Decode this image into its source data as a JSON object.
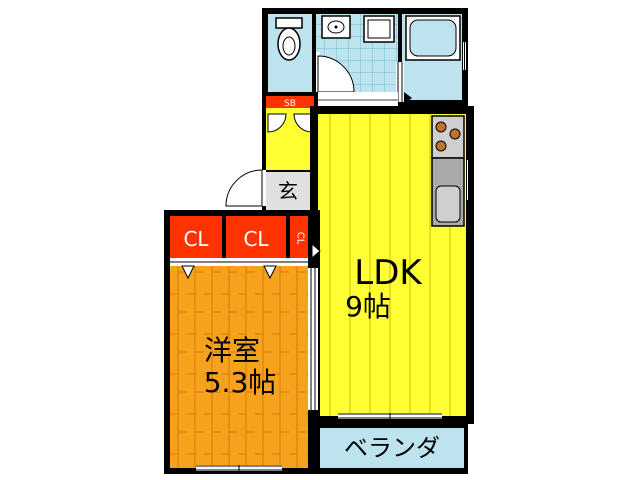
{
  "rooms": {
    "ldk": {
      "name": "LDK",
      "size": "9帖"
    },
    "western": {
      "name": "洋室",
      "size": "5.3帖"
    },
    "balcony": {
      "name": "ベランダ"
    },
    "entrance": {
      "name": "玄"
    },
    "closet_1": {
      "name": "CL"
    },
    "closet_2": {
      "name": "CL"
    },
    "closet_small": {
      "name": "CL"
    },
    "shoe_rack": {
      "name": "SB"
    }
  },
  "colors": {
    "wall": "#000000",
    "ldk_floor": "#ffff33",
    "ldk_stripe": "#d4b800",
    "western_floor": "#f7a21c",
    "western_stripe": "#d47a10",
    "closet": "#ff3300",
    "wet_area": "#bde4ee",
    "tile_line": "#66bbcc",
    "balcony": "#bde4ee",
    "entrance": "#e0e0e0",
    "kitchen_counter": "#aaaaaa"
  }
}
